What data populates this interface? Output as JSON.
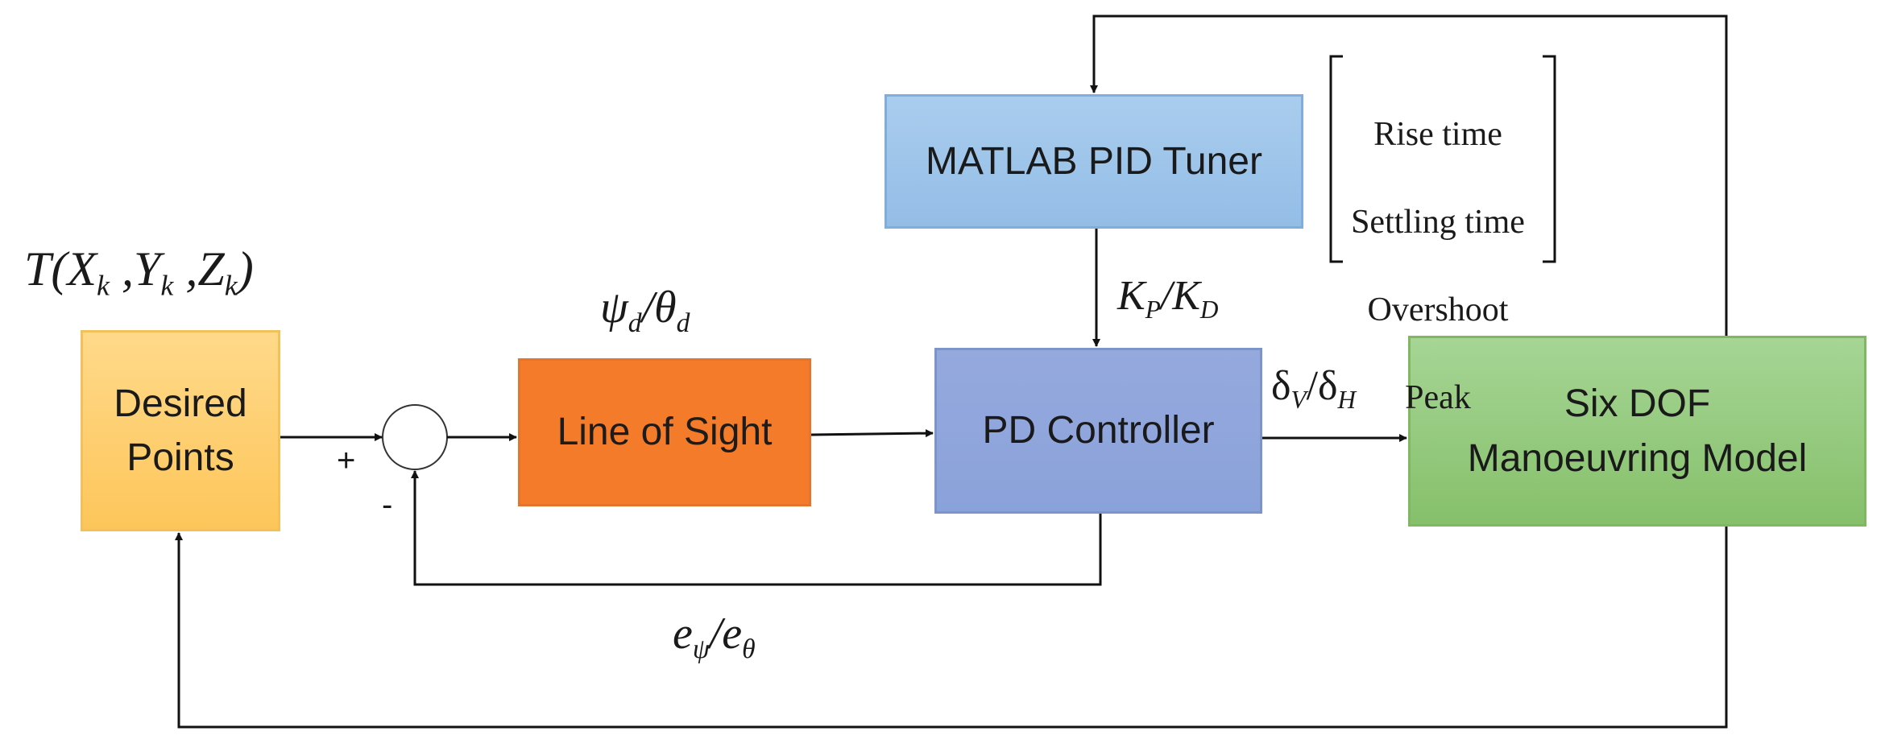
{
  "blocks": {
    "desired_points": "Desired\nPoints",
    "line_of_sight": "Line of Sight",
    "pd_controller": "PD Controller",
    "pid_tuner": "MATLAB PID Tuner",
    "six_dof": "Six DOF\nManoeuvring Model"
  },
  "tuning_criteria": [
    "Rise time",
    "Settling time",
    "Overshoot",
    "Peak"
  ],
  "signals": {
    "target": {
      "main": "T(X",
      "x_sub": "k",
      "y": " ,Y",
      "y_sub": "k",
      "z": " ,Z",
      "z_sub": "k",
      "close": ")"
    },
    "heading": {
      "psi": "ψ",
      "psi_sub": "d",
      "sep": "/θ",
      "theta_sub": "d"
    },
    "gains": {
      "k1": "K",
      "k1_sub": "P",
      "sep": "/K",
      "k2_sub": "D"
    },
    "deflection": {
      "d1": "δ",
      "d1_sub": "V",
      "sep": "/δ",
      "d2_sub": "H"
    },
    "error": {
      "e1": "e",
      "e1_sub": "ψ",
      "sep": "/e",
      "e2_sub": "θ"
    }
  },
  "summing_junction": {
    "plus": "+",
    "minus": "-"
  }
}
